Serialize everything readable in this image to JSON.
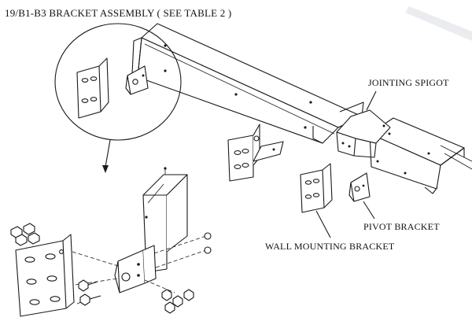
{
  "title": "19/B1-B3 BRACKET ASSEMBLY ( SEE TABLE 2 )",
  "labels": {
    "jointing_spigot": "JOINTING SPIGOT",
    "pivot_bracket": "PIVOT BRACKET",
    "wall_mounting_bracket": "WALL MOUNTING BRACKET"
  },
  "colors": {
    "line": "#1a1a1a",
    "background": "#ffffff",
    "shade": "#e9e9e9"
  }
}
